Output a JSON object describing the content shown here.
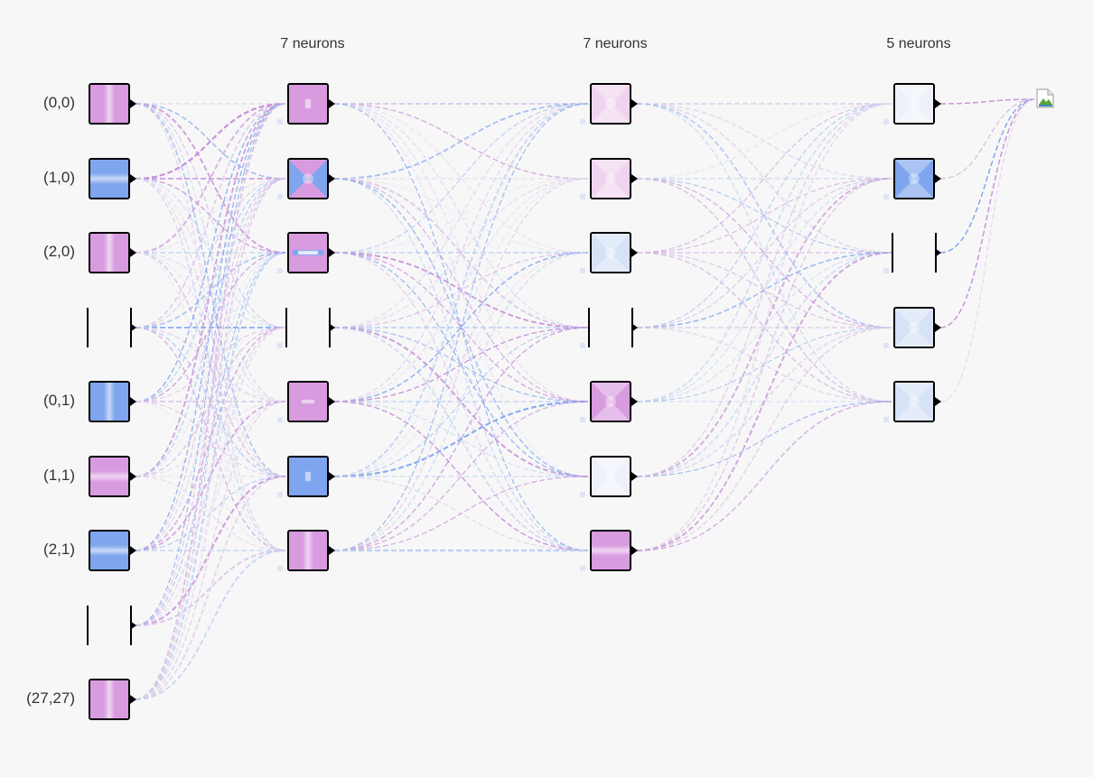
{
  "colors": {
    "pink": "#d99be0",
    "blue": "#7ea5ee",
    "light_pink": "#f0d4ef",
    "light_blue": "#d6e2f7",
    "near_white": "#eef1fa",
    "background": "#f7f7f7"
  },
  "layer_titles": [
    "7 neurons",
    "7 neurons",
    "5 neurons"
  ],
  "input_nodes": [
    {
      "label": "(0,0)",
      "kind": "node",
      "color": "pink",
      "pattern": "vbar"
    },
    {
      "label": "(1,0)",
      "kind": "node",
      "color": "blue",
      "pattern": "hbar"
    },
    {
      "label": "(2,0)",
      "kind": "node",
      "color": "pink",
      "pattern": "vbar"
    },
    {
      "label": "",
      "kind": "ellipsis"
    },
    {
      "label": "(0,1)",
      "kind": "node",
      "color": "blue",
      "pattern": "vbar"
    },
    {
      "label": "(1,1)",
      "kind": "node",
      "color": "pink",
      "pattern": "hbar"
    },
    {
      "label": "(2,1)",
      "kind": "node",
      "color": "blue",
      "pattern": "hbar"
    },
    {
      "label": "",
      "kind": "ellipsis"
    },
    {
      "label": "(27,27)",
      "kind": "node",
      "color": "pink",
      "pattern": "vbar"
    }
  ],
  "hidden_layers": [
    [
      {
        "kind": "node",
        "color": "pink",
        "pattern": "dot"
      },
      {
        "kind": "node",
        "color": "blue_pink_x",
        "pattern": "x"
      },
      {
        "kind": "node",
        "color": "pink_blue_bowtie",
        "pattern": "bowtie"
      },
      {
        "kind": "ellipsis"
      },
      {
        "kind": "node",
        "color": "pink",
        "pattern": "hdash"
      },
      {
        "kind": "node",
        "color": "blue",
        "pattern": "dot"
      },
      {
        "kind": "node",
        "color": "pink",
        "pattern": "vbar"
      }
    ],
    [
      {
        "kind": "node",
        "color": "light_pink",
        "pattern": "x"
      },
      {
        "kind": "node",
        "color": "light_pink",
        "pattern": "x"
      },
      {
        "kind": "node",
        "color": "light_blue",
        "pattern": "x"
      },
      {
        "kind": "ellipsis"
      },
      {
        "kind": "node",
        "color": "pink",
        "pattern": "x"
      },
      {
        "kind": "node",
        "color": "near_white",
        "pattern": "x"
      },
      {
        "kind": "node",
        "color": "pink",
        "pattern": "hbar"
      }
    ],
    [
      {
        "kind": "node",
        "color": "near_white",
        "pattern": "x"
      },
      {
        "kind": "node",
        "color": "blue",
        "pattern": "x"
      },
      {
        "kind": "ellipsis"
      },
      {
        "kind": "node",
        "color": "light_blue",
        "pattern": "x"
      },
      {
        "kind": "node",
        "color": "light_blue",
        "pattern": "x"
      }
    ]
  ],
  "output": {
    "icon": "broken-image-icon"
  }
}
